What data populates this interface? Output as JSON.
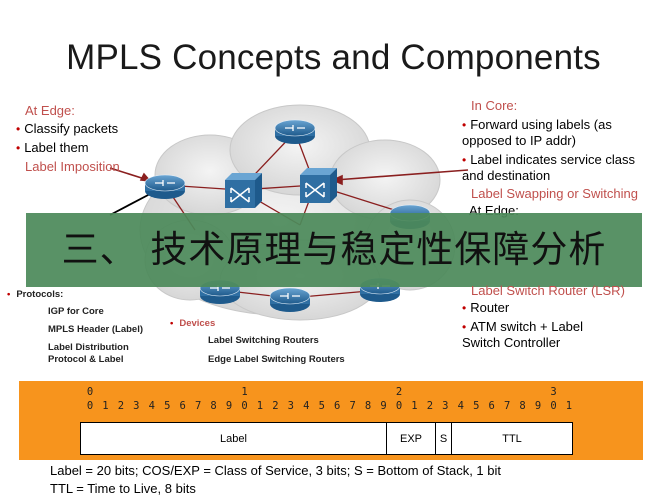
{
  "title": "MPLS Concepts and Components",
  "edge_left": {
    "heading": "At Edge:",
    "bullets": [
      "Classify packets",
      "Label them"
    ],
    "sub": "Label Imposition"
  },
  "core": {
    "heading": "In Core:",
    "bullets": [
      "Forward using labels (as opposed to IP addr)",
      "Label indicates service class and destination"
    ],
    "sub": "Label Swapping or Switching"
  },
  "edge_right": {
    "heading": "At Edge:"
  },
  "lsr": {
    "heading": "Label Switch Router (LSR)",
    "bullets": [
      "Router",
      "ATM switch + Label Switch Controller"
    ]
  },
  "protocols": {
    "heading": "Protocols:",
    "items": [
      "IGP for Core",
      "MPLS Header (Label)",
      "Label Distribution Protocol & Label"
    ]
  },
  "devices": {
    "heading": "Devices",
    "items": [
      "Label Switching Routers",
      "Edge Label Switching Routers"
    ]
  },
  "banner": "三、 技术原理与稳定性保障分析",
  "header_bits": {
    "tens": [
      "0",
      "1",
      "2",
      "3"
    ],
    "ones": [
      "0",
      "1",
      "2",
      "3",
      "4",
      "5",
      "6",
      "7",
      "8",
      "9",
      "0",
      "1",
      "2",
      "3",
      "4",
      "5",
      "6",
      "7",
      "8",
      "9",
      "0",
      "1",
      "2",
      "3",
      "4",
      "5",
      "6",
      "7",
      "8",
      "9",
      "0",
      "1"
    ],
    "fields": [
      "Label",
      "EXP",
      "S",
      "TTL"
    ]
  },
  "caption": [
    "Label = 20 bits; COS/EXP = Class of Service, 3 bits; S = Bottom of Stack, 1 bit",
    "TTL = Time to Live, 8 bits"
  ],
  "colors": {
    "accent_red": "#c0504d",
    "banner_green": "#4c8a5a",
    "header_orange": "#f7941d",
    "router_blue": "#2f6fa3"
  }
}
